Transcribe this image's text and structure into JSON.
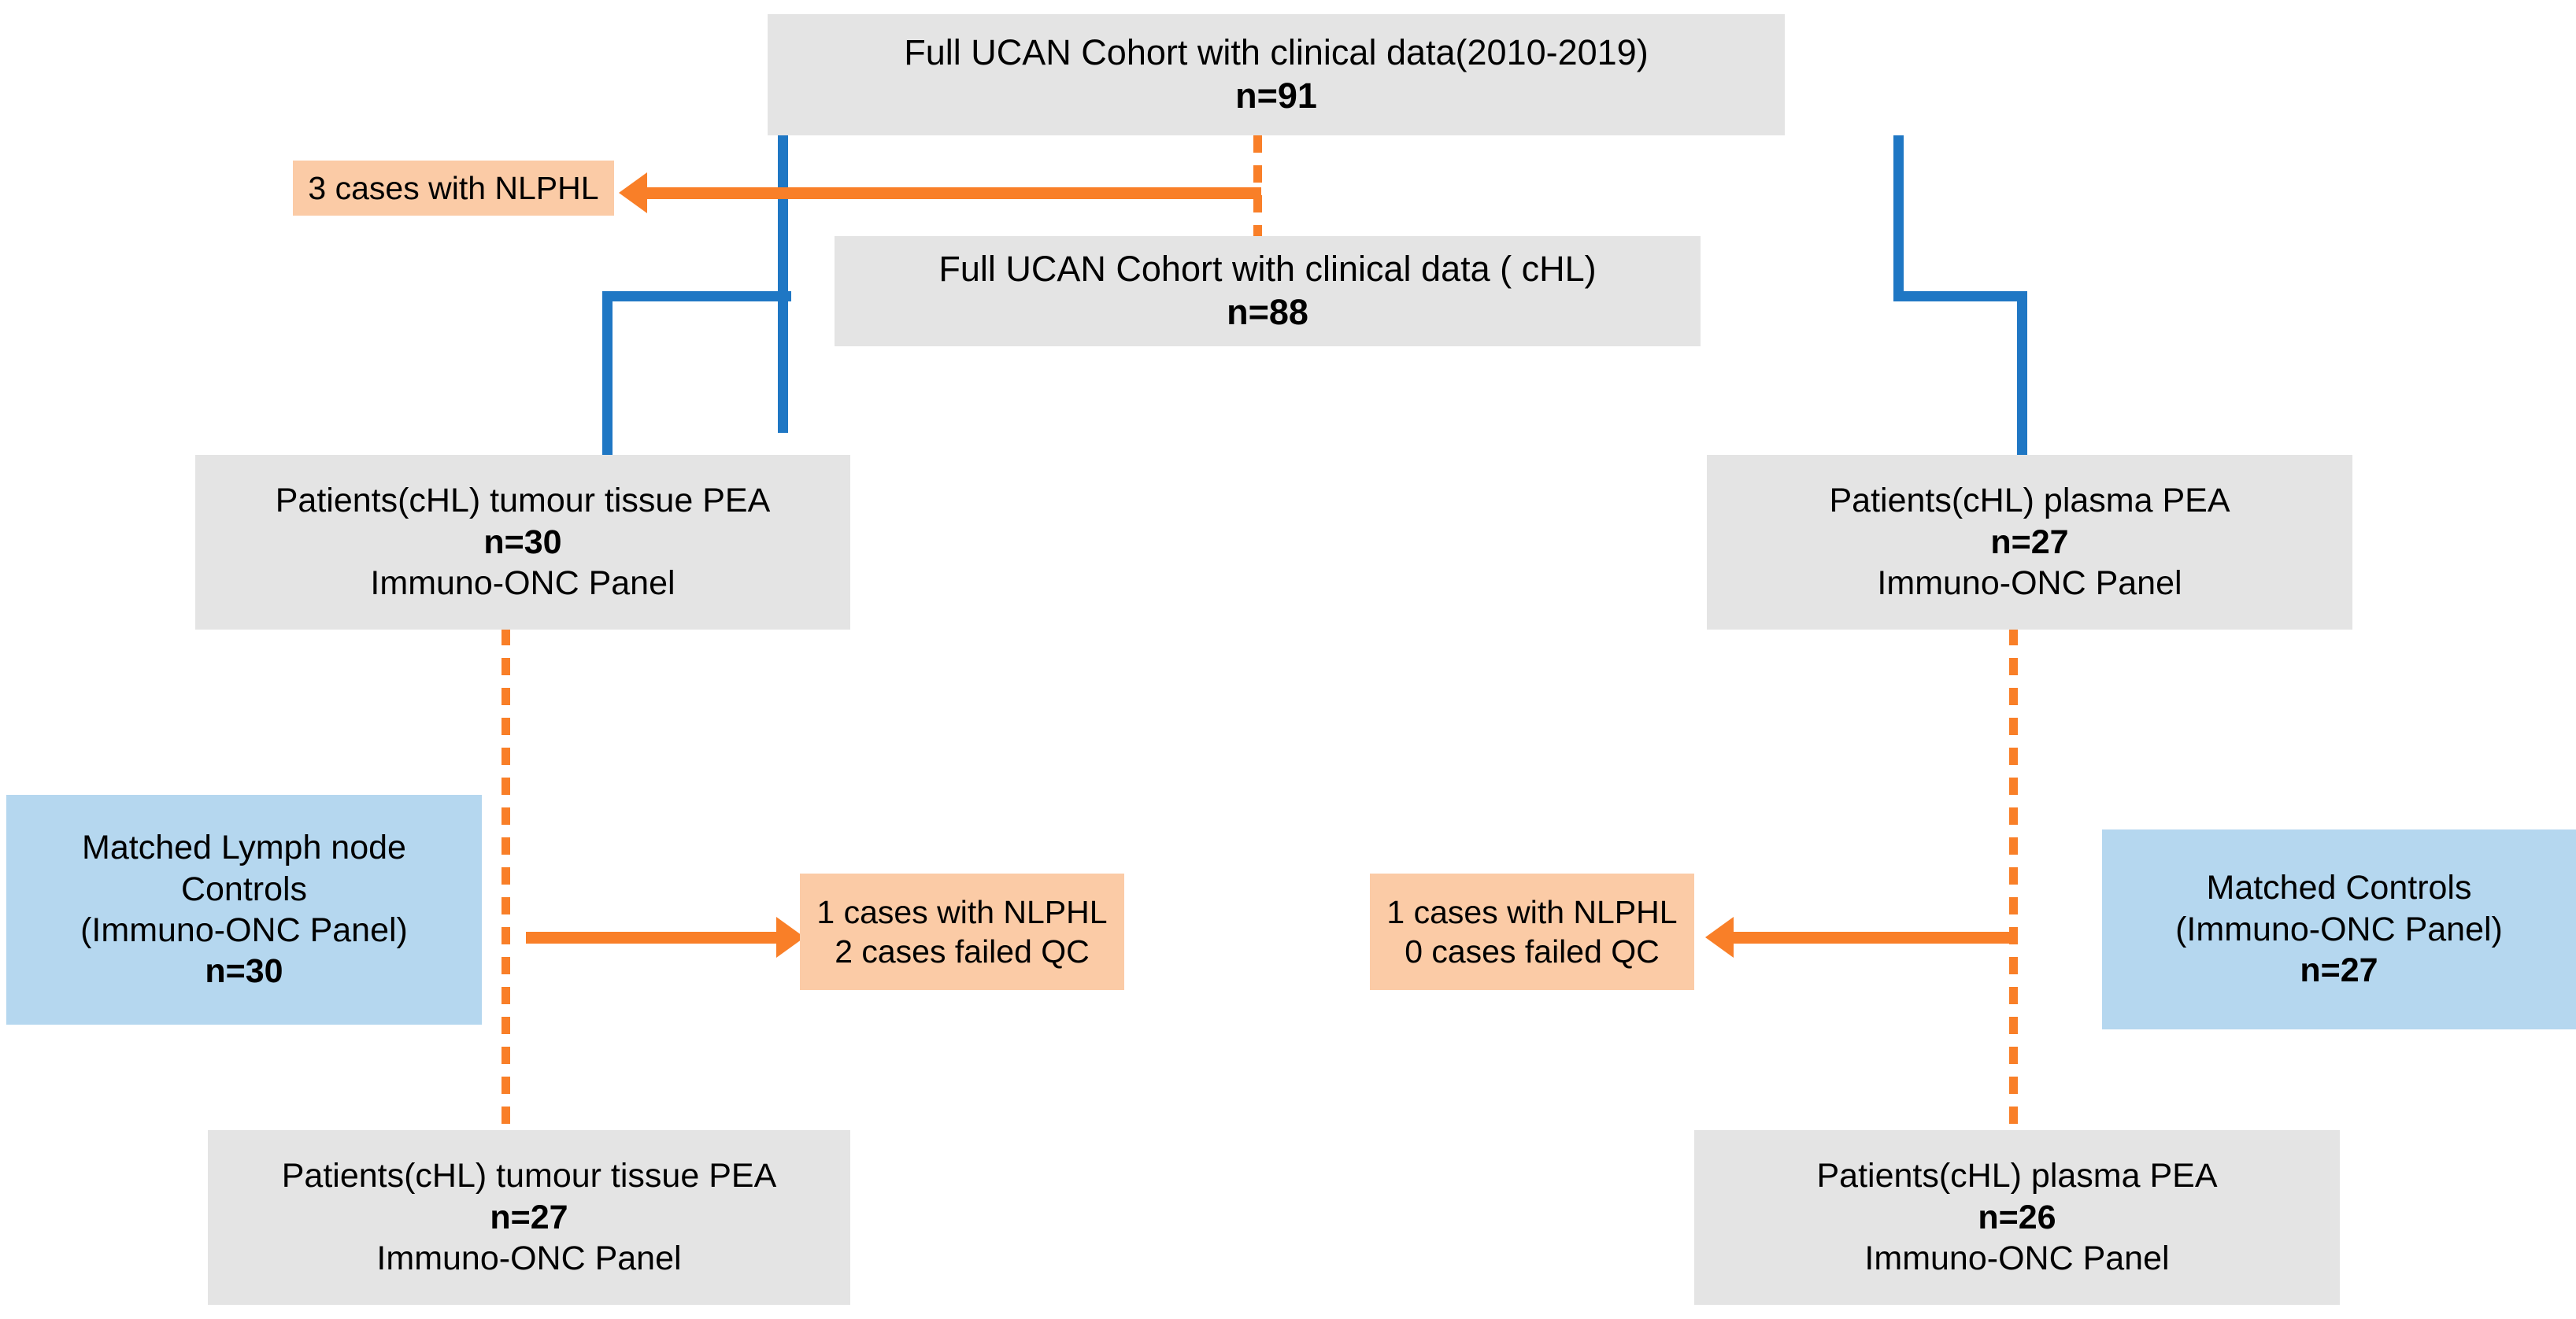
{
  "diagram": {
    "title": "UCAN cohort PEA study flow diagram",
    "colors": {
      "box_grey": "#e4e4e4",
      "box_blue": "#b5d7ef",
      "box_peach": "#fbcba6",
      "connector_blue": "#1f77c4",
      "connector_orange": "#f97f28",
      "text": "#000000"
    },
    "nodes": {
      "full_cohort": {
        "line1": "Full UCAN Cohort with clinical data(2010-2019)",
        "line2": "n=91"
      },
      "chl_cohort": {
        "line1": "Full UCAN Cohort with clinical data ( cHL)",
        "line2": "n=88"
      },
      "exclusion_top": {
        "line1": "3 cases with NLPHL"
      },
      "tumour_tissue_pea": {
        "line1": "Patients(cHL) tumour tissue PEA",
        "line2": "n=30",
        "line3": "Immuno-ONC Panel"
      },
      "plasma_pea": {
        "line1": "Patients(cHL) plasma PEA",
        "line2": "n=27",
        "line3": "Immuno-ONC Panel"
      },
      "matched_lymph_controls": {
        "line1": "Matched Lymph node",
        "line2": "Controls",
        "line3": "(Immuno-ONC Panel)",
        "line4": "n=30"
      },
      "matched_controls": {
        "line1": "Matched Controls",
        "line2": "(Immuno-ONC Panel)",
        "line3": "n=27"
      },
      "exclusion_left": {
        "line1": "1 cases with NLPHL",
        "line2": "2 cases failed QC"
      },
      "exclusion_right": {
        "line1": "1 cases with NLPHL",
        "line2": "0 cases failed QC"
      },
      "tumour_tissue_pea_final": {
        "line1": "Patients(cHL) tumour tissue PEA",
        "line2": "n=27",
        "line3": "Immuno-ONC Panel"
      },
      "plasma_pea_final": {
        "line1": "Patients(cHL) plasma PEA",
        "line2": "n=26",
        "line3": "Immuno-ONC Panel"
      }
    }
  }
}
